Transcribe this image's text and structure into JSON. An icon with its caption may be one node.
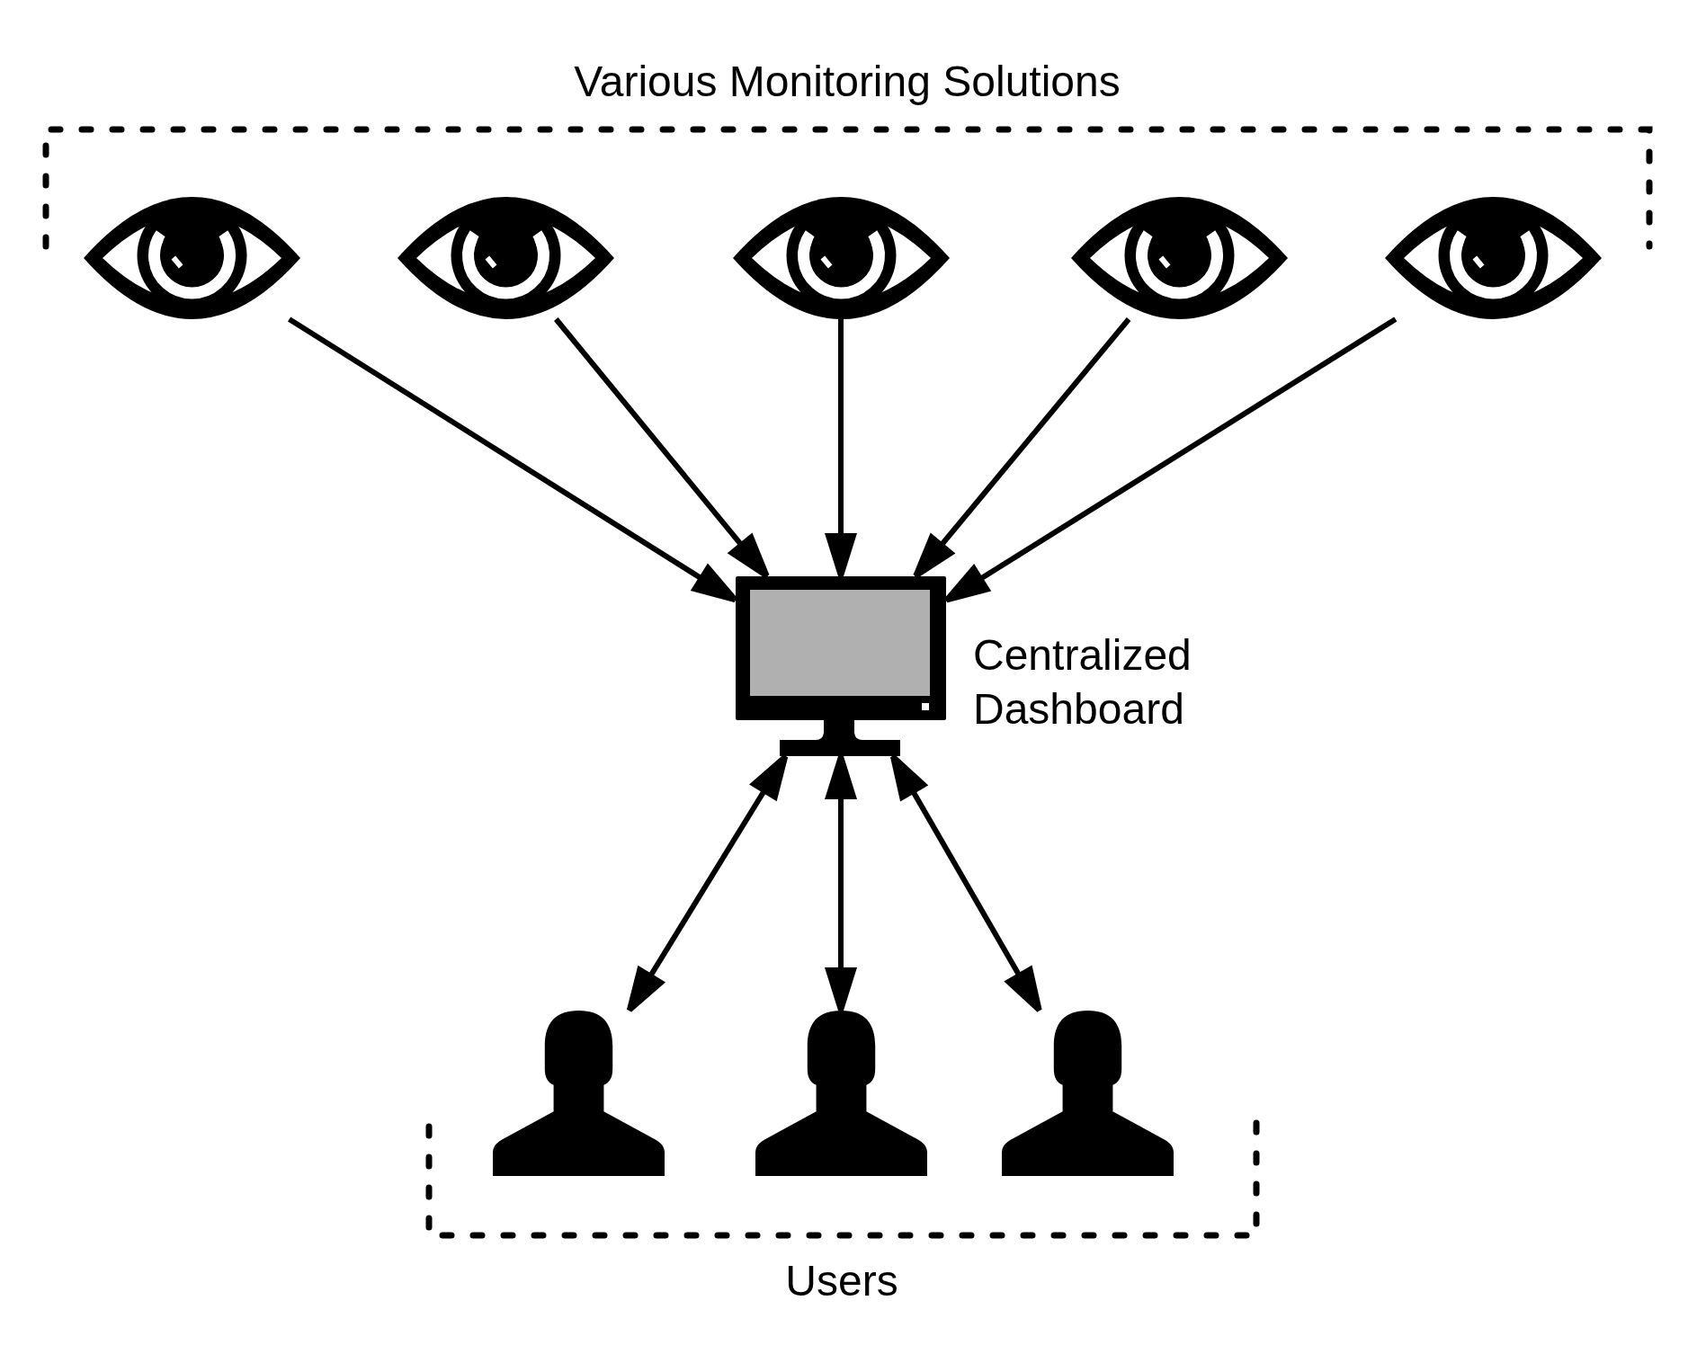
{
  "diagram": {
    "nodes": [
      {
        "text": [
          "Various Monitoring Solutions"
        ]
      },
      {
        "text": [],
        "shape": "eye",
        "in": 0
      },
      {
        "text": [],
        "shape": "eye",
        "in": 0
      },
      {
        "text": [],
        "shape": "eye",
        "in": 0
      },
      {
        "text": [],
        "shape": "eye",
        "in": 0
      },
      {
        "text": [],
        "shape": "eye",
        "in": 0
      },
      {
        "text": [],
        "shape": "monitor",
        "beside": [
          "Centralized Dashboard"
        ]
      },
      {
        "text": [
          "Users"
        ]
      },
      {
        "text": [],
        "shape": "person",
        "in": 7
      },
      {
        "text": [],
        "shape": "person",
        "in": 7
      },
      {
        "text": [],
        "shape": "person",
        "in": 7
      }
    ],
    "edges": [
      {
        "from": 1,
        "to": 6,
        "arrow": "to"
      },
      {
        "from": 2,
        "to": 6,
        "arrow": "to"
      },
      {
        "from": 3,
        "to": 6,
        "arrow": "to"
      },
      {
        "from": 4,
        "to": 6,
        "arrow": "to"
      },
      {
        "from": 5,
        "to": 6,
        "arrow": "to"
      },
      {
        "from": 6,
        "to": 8,
        "arrow": "both"
      },
      {
        "from": 6,
        "to": 9,
        "arrow": "both"
      },
      {
        "from": 6,
        "to": 10,
        "arrow": "both"
      }
    ]
  }
}
